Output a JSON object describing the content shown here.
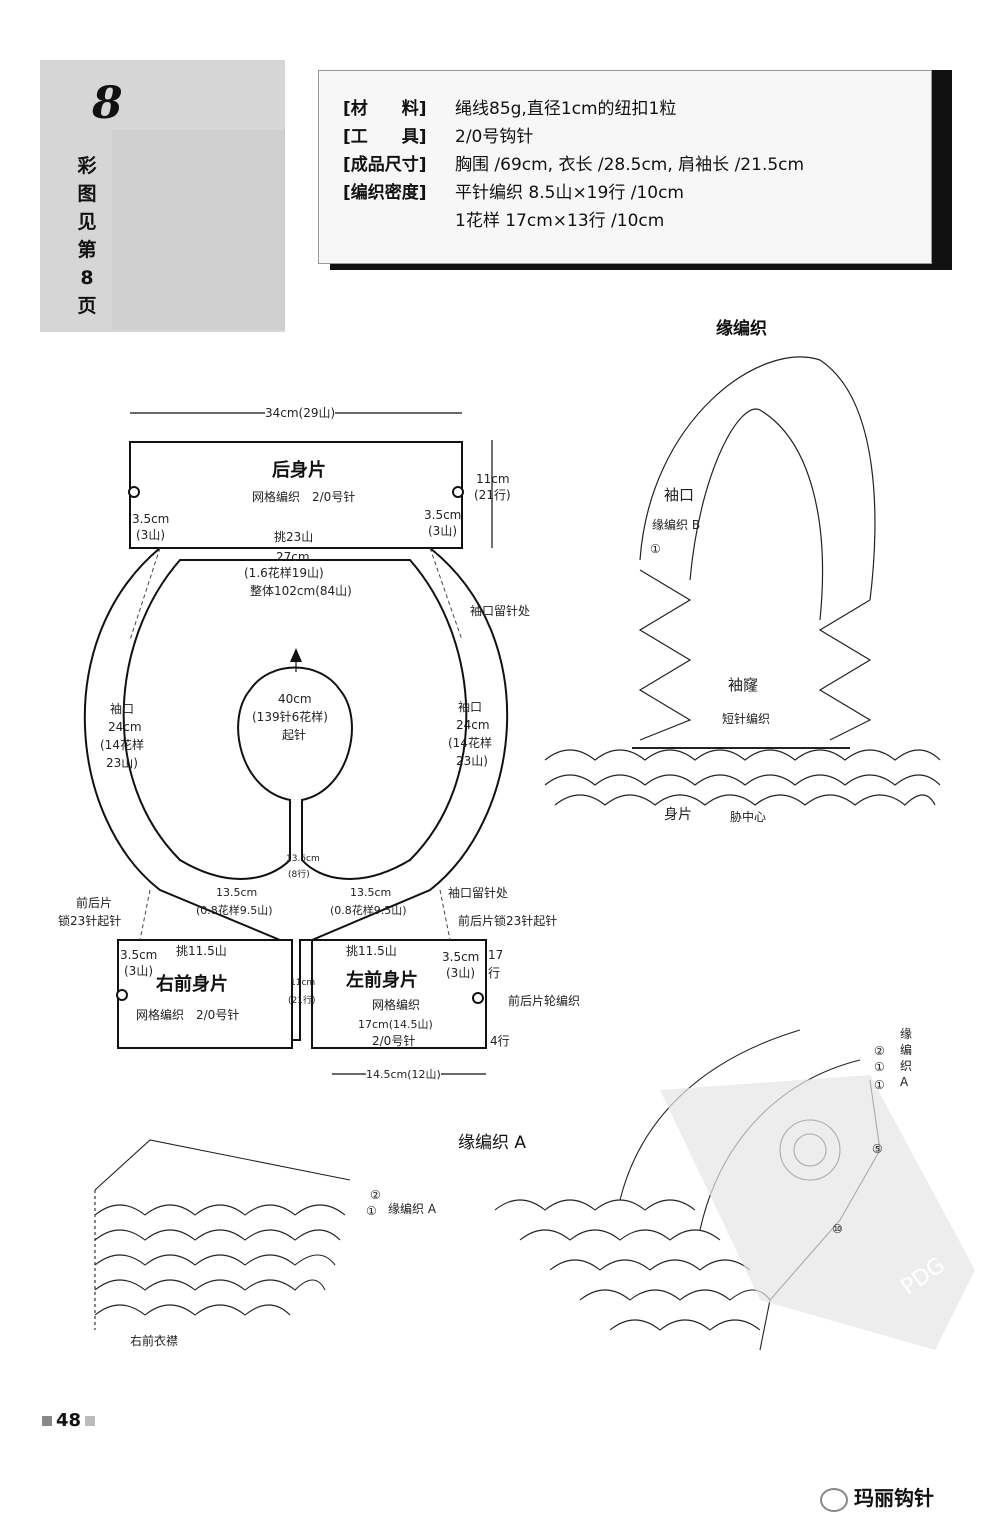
{
  "badge": {
    "number": "8",
    "vertical": [
      "彩",
      "图",
      "见",
      "第",
      "8",
      "页"
    ]
  },
  "info": {
    "rows": [
      {
        "key": "[材　　料]",
        "value": "绳线85g,直径1cm的纽扣1粒"
      },
      {
        "key": "[工　　具]",
        "value": "2/0号钩针"
      },
      {
        "key": "[成品尺寸]",
        "value": "胸围 /69cm, 衣长 /28.5cm, 肩袖长 /21.5cm"
      },
      {
        "key": "[编织密度]",
        "value": "平针编织 8.5山×19行 /10cm"
      },
      {
        "key": "",
        "value": "1花样 17cm×13行 /10cm"
      }
    ]
  },
  "titles": {
    "edge_top": "缘编织",
    "edge_a": "缘编织 A",
    "back": "后身片",
    "right_front": "右前身片",
    "left_front": "左前身片"
  },
  "labels": {
    "back_width": "34cm(29山)",
    "back_pattern": "网格编织　2/0号针",
    "back_height_1": "11cm",
    "back_height_2": "(21行)",
    "l35_1": "3.5cm",
    "l35_2": "(3山)",
    "r35_1": "3.5cm",
    "r35_2": "(3山)",
    "pick23": "挑23山",
    "yoke_1": "27cm",
    "yoke_2": "(1.6花样19山)",
    "yoke_3": "整体102cm(84山)",
    "cuff_mark_top": "袖口留针处",
    "sleeve_l_1": "袖口",
    "sleeve_l_2": "24cm",
    "sleeve_l_3": "(14花样",
    "sleeve_l_4": "23山)",
    "sleeve_r_1": "袖口",
    "sleeve_r_2": "24cm",
    "sleeve_r_3": "(14花样",
    "sleeve_r_4": "23山)",
    "neck_1": "40cm",
    "neck_2": "(139针6花样)",
    "neck_3": "起针",
    "center_1": "13.5cm",
    "center_2": "(8行)",
    "front_l_1": "13.5cm",
    "front_l_2": "(0.8花样9.5山)",
    "front_r_1": "13.5cm",
    "front_r_2": "(0.8花样9.5山)",
    "cuff_mark_bottom": "袖口留针处",
    "lock_l_1": "前后片",
    "lock_l_2": "锁23针起针",
    "lock_r": "前后片锁23针起针",
    "pick115_l": "挑11.5山",
    "pick115_r": "挑11.5山",
    "rf_35_1": "3.5cm",
    "rf_35_2": "(3山)",
    "lf_35_1": "3.5cm",
    "lf_35_2": "(3山)",
    "rows17_1": "17",
    "rows17_2": "行",
    "rf_pattern": "网格编织　2/0号针",
    "lf_pattern_1": "网格编织",
    "lf_pattern_2": "17cm(14.5山)",
    "lf_pattern_3": "2/0号针",
    "front_mid_1": "11cm",
    "front_mid_2": "(21行)",
    "wheel": "前后片轮编织",
    "rows4": "4行",
    "front_width": "14.5cm(12山)",
    "cuff_title": "袖口",
    "cuff_b": "缘编织 B",
    "armpit": "袖窿",
    "short_stitch": "短针编织",
    "body": "身片",
    "side_center": "胁中心",
    "c1": "①",
    "ea_c2": "②",
    "ea_c1": "①",
    "ea_label": "缘编织 A",
    "right_placket": "右前衣襟",
    "big_c2": "②",
    "big_c1": "①",
    "big_c1b": "①",
    "big_c5": "⑤",
    "big_c10": "⑩",
    "big_vert": [
      "缘",
      "编",
      "织",
      "A"
    ],
    "watermark": "PDG"
  },
  "page_number": "48",
  "wechat": "玛丽钩针"
}
